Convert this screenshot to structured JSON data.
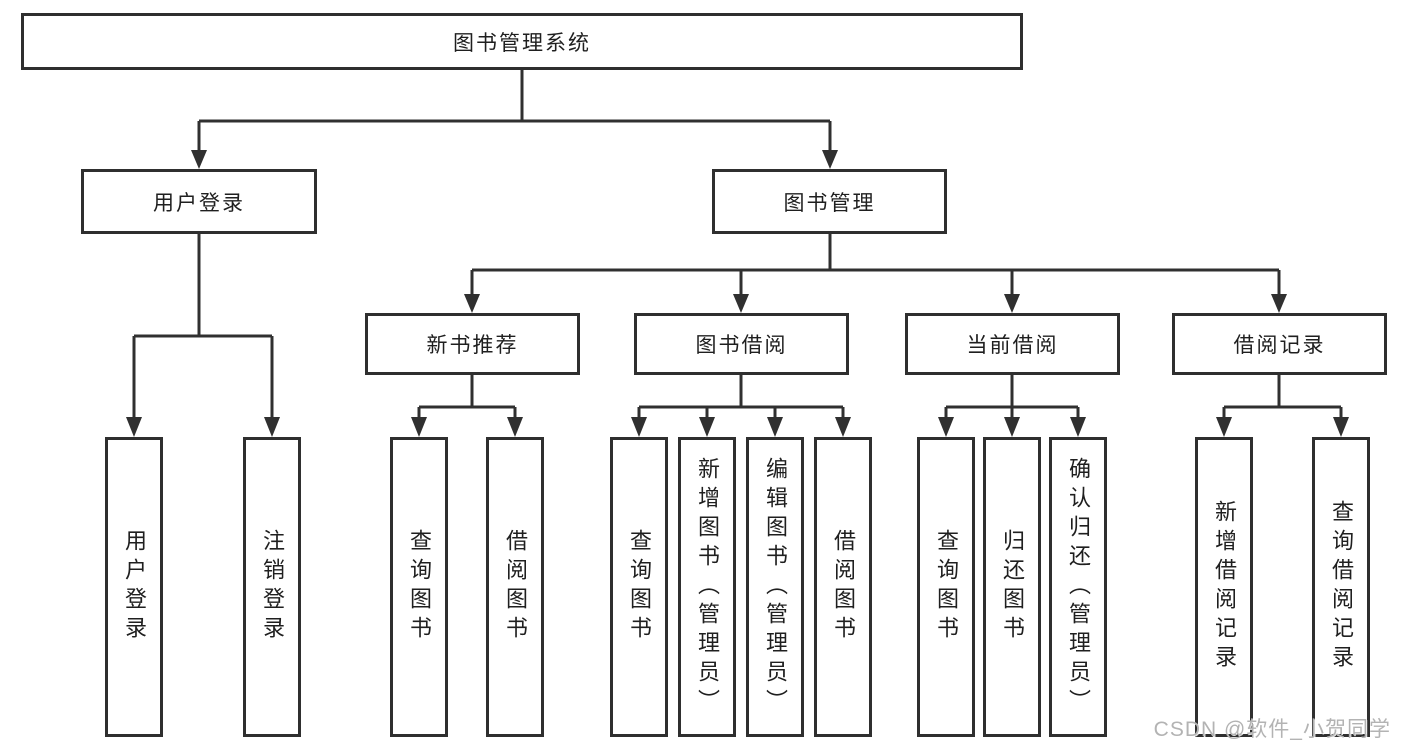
{
  "tree": {
    "root": "图书管理系统",
    "user_branch": {
      "label": "用户登录",
      "children": [
        "用户登录",
        "注销登录"
      ]
    },
    "book_branch": {
      "label": "图书管理",
      "modules": [
        {
          "label": "新书推荐",
          "children": [
            "查询图书",
            "借阅图书"
          ]
        },
        {
          "label": "图书借阅",
          "children": [
            "查询图书",
            "新增图书（管理员）",
            "编辑图书（管理员）",
            "借阅图书"
          ]
        },
        {
          "label": "当前借阅",
          "children": [
            "查询图书",
            "归还图书",
            "确认归还（管理员）"
          ]
        },
        {
          "label": "借阅记录",
          "children": [
            "新增借阅记录",
            "查询借阅记录"
          ]
        }
      ]
    }
  },
  "watermark": "CSDN @软件_小贺同学",
  "colors": {
    "line": "#303030",
    "border": "#2f2f2f",
    "text": "#1f1f1f",
    "box_background": "#ffffff",
    "page_background": "#ffffff",
    "watermark": "#b3b3b3"
  }
}
